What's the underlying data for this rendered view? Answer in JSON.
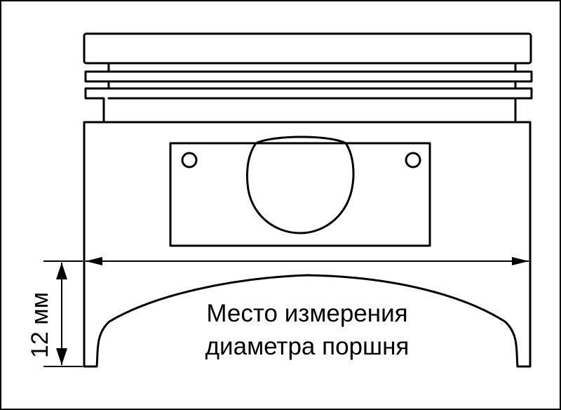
{
  "figure": {
    "dimension_label": "12 мм",
    "caption_line1": "Место измерения",
    "caption_line2": "диаметра поршня"
  },
  "colors": {
    "ink": "#000000",
    "background": "#ffffff"
  }
}
